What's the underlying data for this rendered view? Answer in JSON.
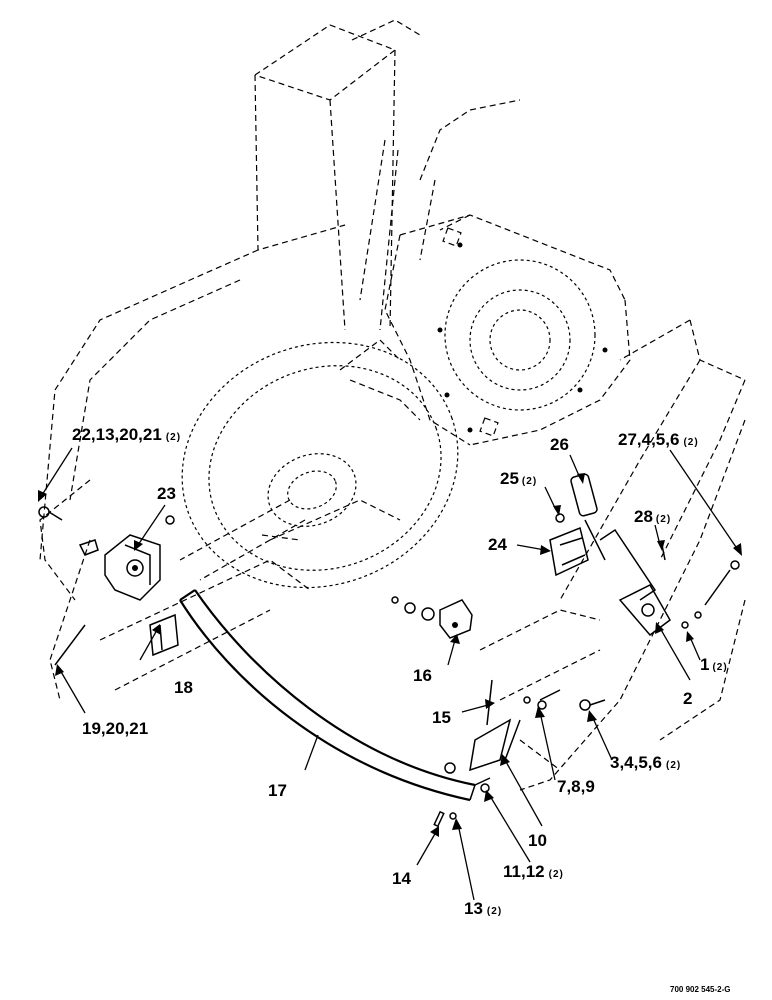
{
  "figure_ref": "700 902 545-2-G",
  "callouts": [
    {
      "id": "c1",
      "main": "1",
      "sub": "(2)"
    },
    {
      "id": "c2",
      "main": "2",
      "sub": ""
    },
    {
      "id": "c3",
      "main": "3,4,5,6",
      "sub": "(2)"
    },
    {
      "id": "c7",
      "main": "7,8,9",
      "sub": ""
    },
    {
      "id": "c10",
      "main": "10",
      "sub": ""
    },
    {
      "id": "c11",
      "main": "11,12",
      "sub": "(2)"
    },
    {
      "id": "c13",
      "main": "13",
      "sub": "(2)"
    },
    {
      "id": "c14",
      "main": "14",
      "sub": ""
    },
    {
      "id": "c15",
      "main": "15",
      "sub": ""
    },
    {
      "id": "c16",
      "main": "16",
      "sub": ""
    },
    {
      "id": "c17",
      "main": "17",
      "sub": ""
    },
    {
      "id": "c18",
      "main": "18",
      "sub": ""
    },
    {
      "id": "c19",
      "main": "19,20,21",
      "sub": ""
    },
    {
      "id": "c22",
      "main": "22,13,20,21",
      "sub": "(2)"
    },
    {
      "id": "c23",
      "main": "23",
      "sub": ""
    },
    {
      "id": "c24",
      "main": "24",
      "sub": ""
    },
    {
      "id": "c25",
      "main": "25",
      "sub": "(2)"
    },
    {
      "id": "c26",
      "main": "26",
      "sub": ""
    },
    {
      "id": "c27",
      "main": "27,4,5,6",
      "sub": "(2)"
    },
    {
      "id": "c28",
      "main": "28",
      "sub": "(2)"
    }
  ]
}
